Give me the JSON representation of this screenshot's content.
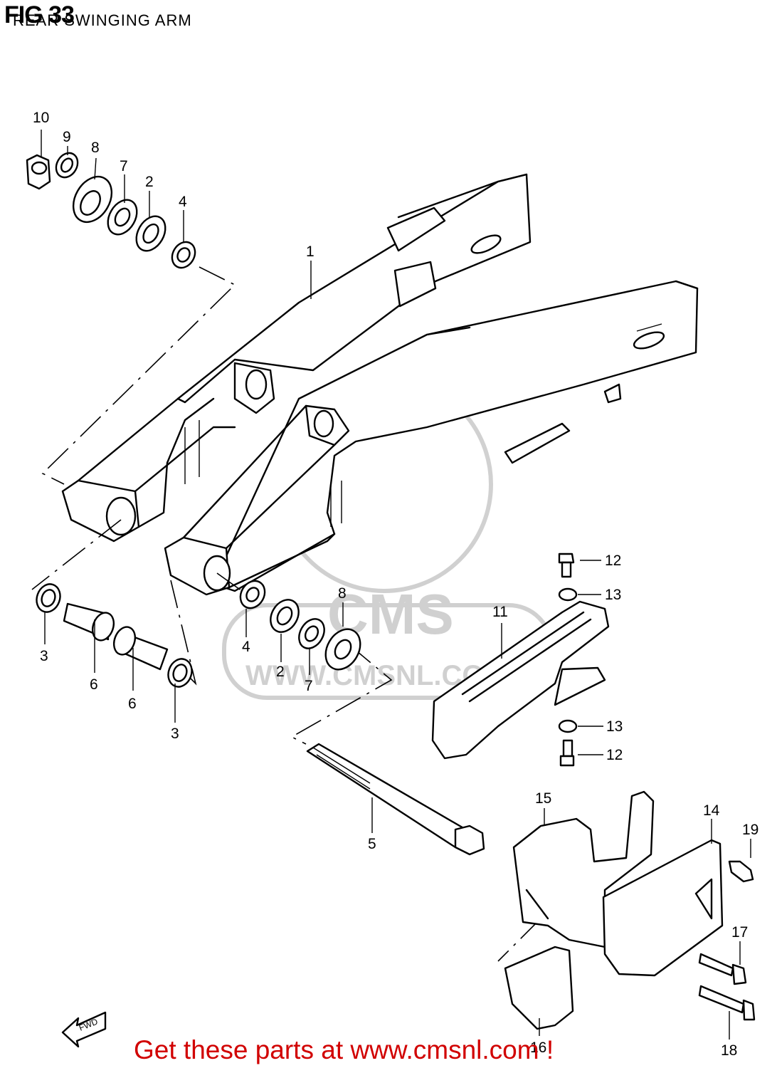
{
  "figure": {
    "title": "FIG 33",
    "subtitle": "REAR SWINGING ARM"
  },
  "watermark": {
    "brand": "CMS",
    "url": "WWW.CMSNL.COM"
  },
  "direction_marker": "FWD",
  "callouts": [
    "10",
    "9",
    "8",
    "7",
    "2",
    "4",
    "1",
    "12",
    "13",
    "11",
    "8",
    "3",
    "6",
    "6",
    "3",
    "4",
    "2",
    "7",
    "13",
    "12",
    "5",
    "15",
    "14",
    "19",
    "17",
    "16",
    "18"
  ],
  "footer": {
    "text": "Get these parts at www.cmsnl.com !",
    "color": "#d10000"
  }
}
